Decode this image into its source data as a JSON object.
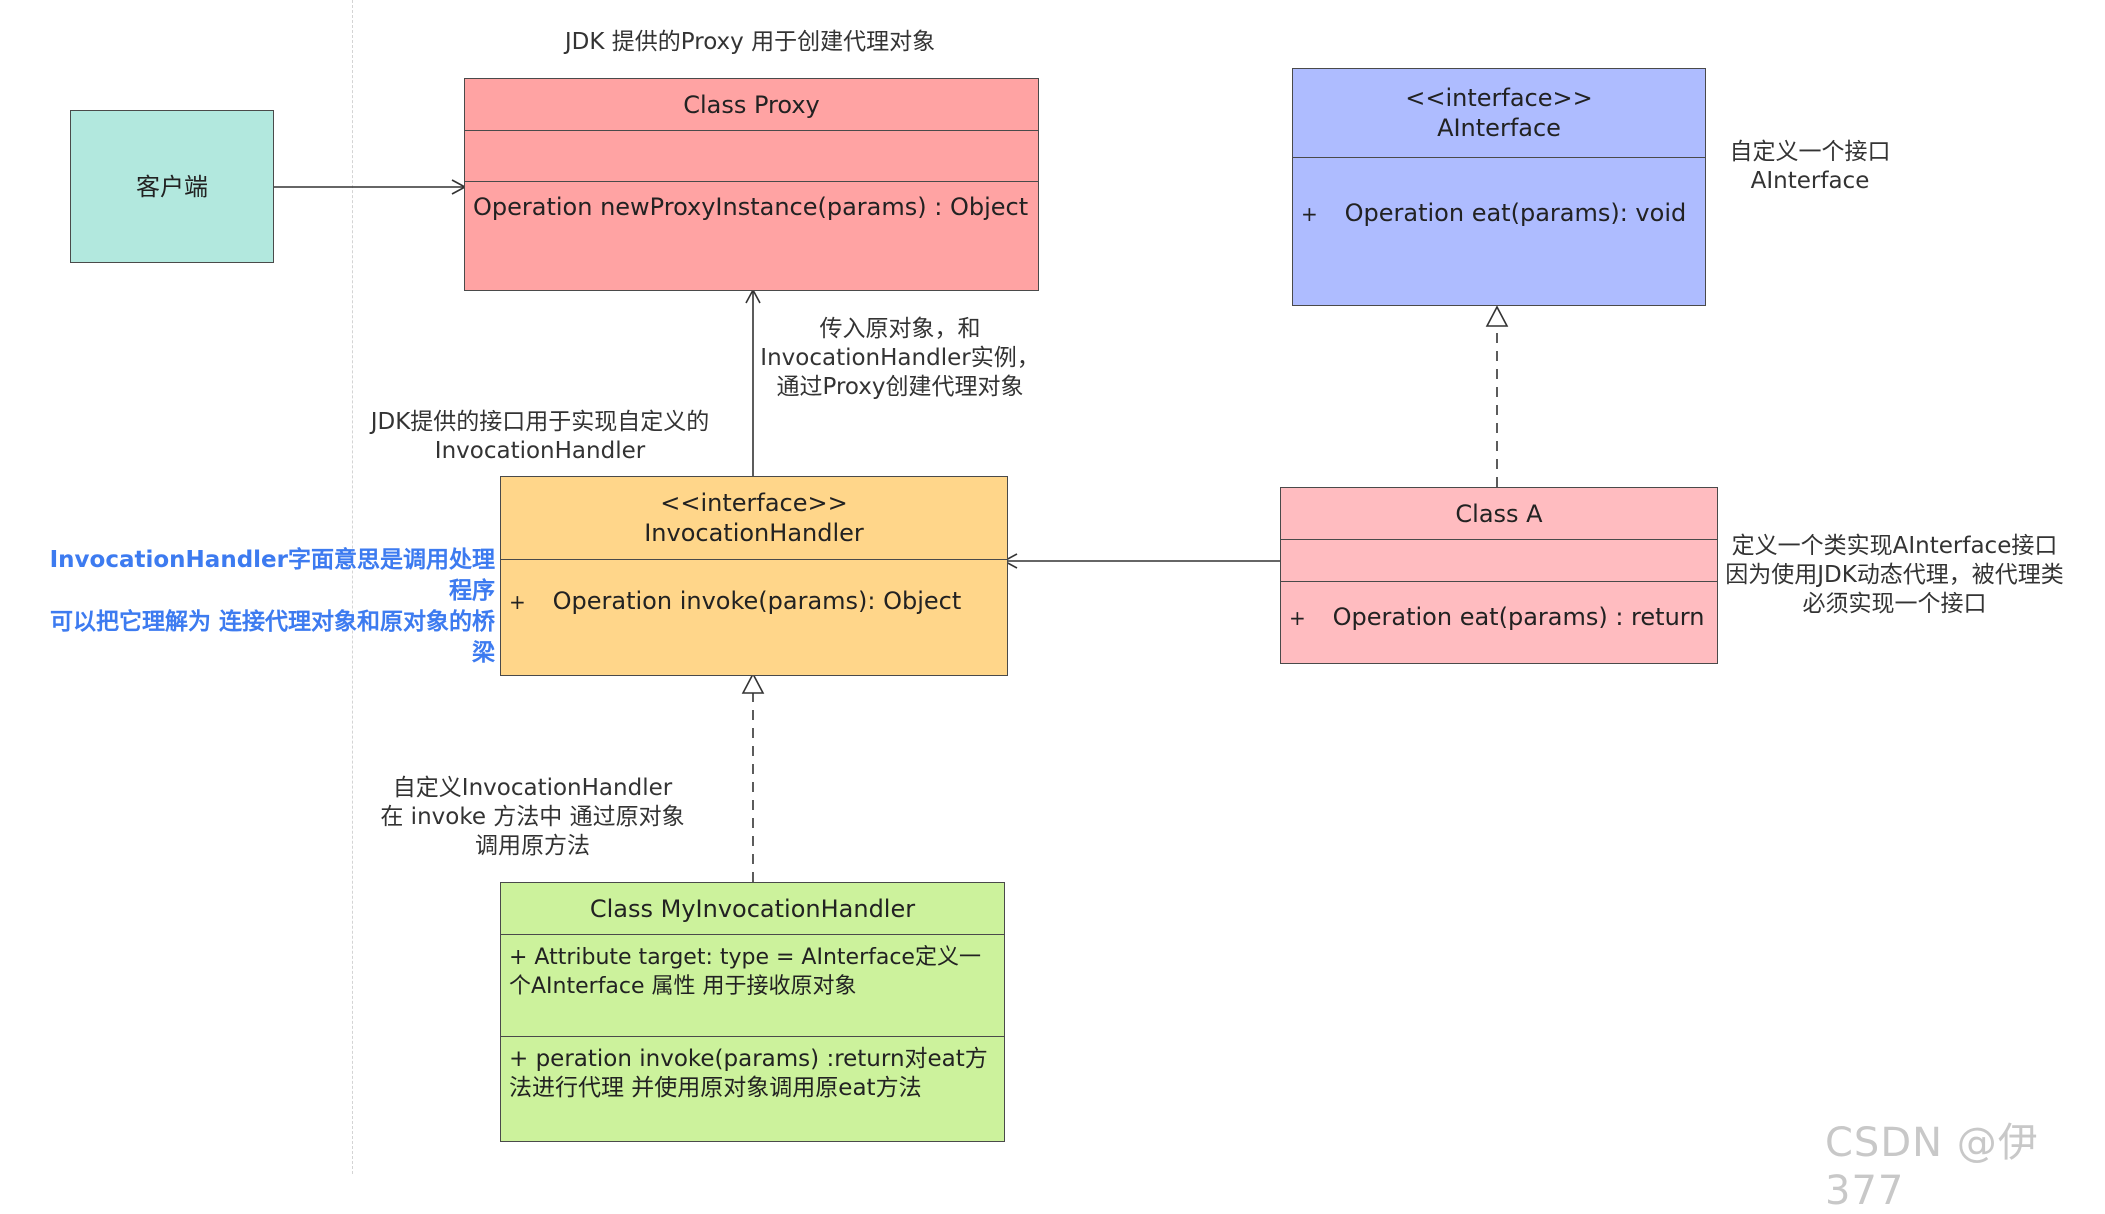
{
  "client": {
    "label": "客户端"
  },
  "proxy": {
    "caption": "JDK 提供的Proxy 用于创建代理对象",
    "title": "Class Proxy",
    "operation": "Operation newProxyInstance(params) : Object"
  },
  "ainterface": {
    "stereotype": "<<interface>>",
    "name": "AInterface",
    "plus": "+",
    "operation": "Operation eat(params): void",
    "note": "自定义一个接口\nAInterface"
  },
  "handler": {
    "caption": "JDK提供的接口用于实现自定义的\nInvocationHandler",
    "stereotype": "<<interface>>",
    "name": "InvocationHandler",
    "plus": "+",
    "operation": "Operation  invoke(params): Object",
    "meaning": "InvocationHandler字面意思是调用处理程序\n可以把它理解为 连接代理对象和原对象的桥梁"
  },
  "proxy_edge_note": "传入原对象，和\nInvocationHandler实例，\n通过Proxy创建代理对象",
  "class_a": {
    "title": "Class A",
    "plus": "+",
    "operation": "Operation eat(params) : return",
    "note": "定义一个类实现AInterface接口\n因为使用JDK动态代理，被代理类\n必须实现一个接口"
  },
  "my_handler": {
    "caption": "自定义InvocationHandler\n在 invoke 方法中 通过原对象\n调用原方法",
    "title": "Class MyInvocationHandler",
    "attribute": "+ Attribute target: type = AInterface定义一个AInterface 属性 用于接收原对象",
    "operation": "+ peration invoke(params) :return对eat方法进行代理 并使用原对象调用原eat方法"
  },
  "watermark": "CSDN @伊377",
  "colors": {
    "client": "#b2e8de",
    "proxy": "#ffa3a3",
    "ainterface": "#aebcff",
    "handler": "#ffd68a",
    "class_a": "#ffbcc0",
    "my_handler": "#ccf29c",
    "blue_text": "#3d7bf0"
  }
}
